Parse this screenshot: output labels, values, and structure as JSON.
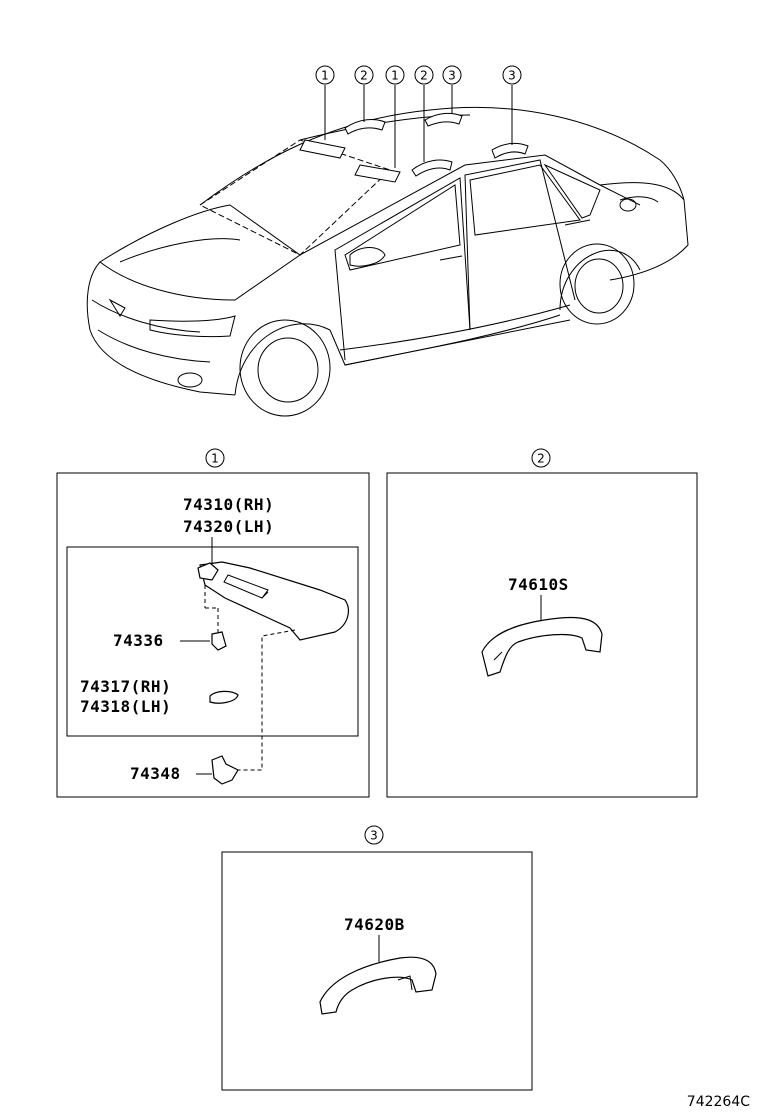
{
  "car_callouts": [
    "1",
    "2",
    "1",
    "2",
    "3",
    "3"
  ],
  "panels": [
    {
      "callout": "1",
      "labels": [
        "74310(RH)",
        "74320(LH)",
        "74336",
        "74317(RH)",
        "74318(LH)",
        "74348"
      ]
    },
    {
      "callout": "2",
      "labels": [
        "74610S"
      ]
    },
    {
      "callout": "3",
      "labels": [
        "74620B"
      ]
    }
  ],
  "diagram_code": "742264C"
}
